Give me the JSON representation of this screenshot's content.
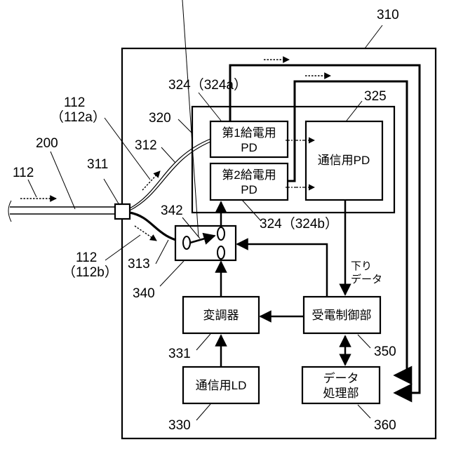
{
  "figure": {
    "reference_numerals": {
      "device": "310",
      "connector": "311",
      "fiber_a": "312",
      "fiber_b": "313",
      "pd_unit": "320",
      "pd1": "324（324a）",
      "pd2": "324（324b）",
      "comm_pd": "325",
      "comm_ld": "330",
      "modulator": "331",
      "switch": "340",
      "switch_element": "342",
      "power_control": "350",
      "data_processing": "360",
      "cable": "200",
      "light_in": "112",
      "light_a_line1": "112",
      "light_a_line2": "（112a）",
      "light_b_line1": "112",
      "light_b_line2": "（112b）"
    },
    "blocks": {
      "pd1": {
        "line1": "第1給電用",
        "line2": "PD"
      },
      "pd2": {
        "line1": "第2給電用",
        "line2": "PD"
      },
      "comm_pd": {
        "label": "通信用PD"
      },
      "modulator": {
        "label": "変調器"
      },
      "power_control": {
        "label": "受電制御部"
      },
      "comm_ld": {
        "label": "通信用LD"
      },
      "data_processing": {
        "line1": "データ",
        "line2": "処理部"
      }
    },
    "annotations": {
      "downlink_line1": "下り",
      "downlink_line2": "データ"
    }
  }
}
